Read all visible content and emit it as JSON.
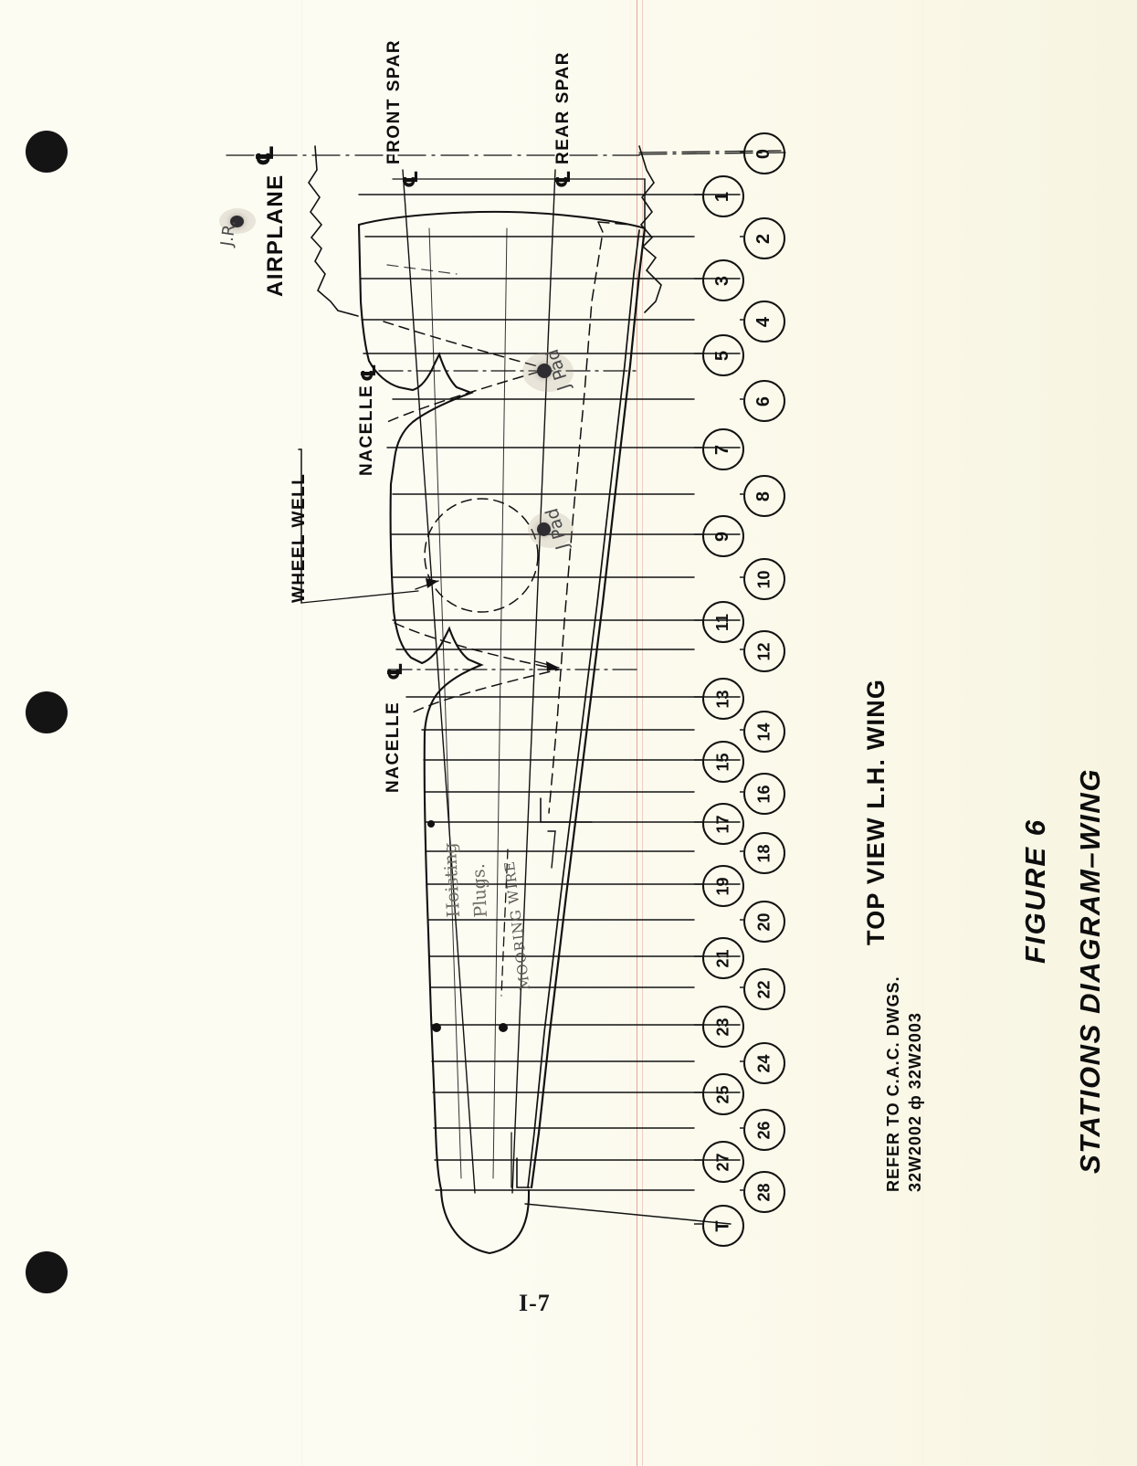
{
  "document": {
    "figure_number": "FIGURE 6",
    "figure_title": "STATIONS DIAGRAM–WING",
    "view_label": "TOP VIEW  L.H. WING",
    "reference_note_line1": "REFER TO C.A.C. DWGS.",
    "reference_note_line2": "32W2002 ф 32W2003",
    "page_folio": "I-7"
  },
  "callouts": {
    "front_spar": "FRONT SPAR",
    "rear_spar": "REAR SPAR",
    "airplane_centerline": "AIRPLANE",
    "nacelle_inboard": "NACELLE",
    "nacelle_outboard": "NACELLE",
    "wheel_well": "WHEEL WELL",
    "centerline_symbol": "℄"
  },
  "annotations": {
    "initials_top": "J.R.",
    "jack_pad_upper": "J Pad",
    "jack_pad_lower": "J Pad",
    "hoisting_line1": "Hoisting",
    "hoisting_line2": "Plugs.",
    "mooring_wire": "MOORING WIRE"
  },
  "stations": {
    "title": "Wing station reference numbers",
    "items": [
      {
        "label": "0",
        "row": 0,
        "column": "outer"
      },
      {
        "label": "1",
        "row": 1,
        "column": "inner"
      },
      {
        "label": "2",
        "row": 2,
        "column": "outer"
      },
      {
        "label": "3",
        "row": 3,
        "column": "inner"
      },
      {
        "label": "4",
        "row": 4,
        "column": "outer"
      },
      {
        "label": "5",
        "row": 5,
        "column": "inner"
      },
      {
        "label": "6",
        "row": 6,
        "column": "outer"
      },
      {
        "label": "7",
        "row": 7,
        "column": "inner"
      },
      {
        "label": "8",
        "row": 8,
        "column": "outer"
      },
      {
        "label": "9",
        "row": 9,
        "column": "inner"
      },
      {
        "label": "10",
        "row": 10,
        "column": "outer"
      },
      {
        "label": "11",
        "row": 11,
        "column": "inner"
      },
      {
        "label": "12",
        "row": 12,
        "column": "outer"
      },
      {
        "label": "13",
        "row": 13,
        "column": "inner"
      },
      {
        "label": "14",
        "row": 14,
        "column": "outer"
      },
      {
        "label": "15",
        "row": 15,
        "column": "inner"
      },
      {
        "label": "16",
        "row": 16,
        "column": "outer"
      },
      {
        "label": "17",
        "row": 17,
        "column": "inner"
      },
      {
        "label": "18",
        "row": 18,
        "column": "outer"
      },
      {
        "label": "19",
        "row": 19,
        "column": "inner"
      },
      {
        "label": "20",
        "row": 20,
        "column": "outer"
      },
      {
        "label": "21",
        "row": 21,
        "column": "inner"
      },
      {
        "label": "22",
        "row": 22,
        "column": "outer"
      },
      {
        "label": "23",
        "row": 23,
        "column": "inner"
      },
      {
        "label": "24",
        "row": 24,
        "column": "outer"
      },
      {
        "label": "25",
        "row": 25,
        "column": "inner"
      },
      {
        "label": "26",
        "row": 26,
        "column": "outer"
      },
      {
        "label": "27",
        "row": 27,
        "column": "inner"
      },
      {
        "label": "28",
        "row": 28,
        "column": "outer"
      },
      {
        "label": "T",
        "row": 29,
        "column": "inner"
      }
    ]
  },
  "colors": {
    "paper": "#fbfaef",
    "ink": "#111111",
    "pencil": "#6d6a62",
    "red_rule": "#d68c78",
    "punch_hole": "#141414"
  }
}
